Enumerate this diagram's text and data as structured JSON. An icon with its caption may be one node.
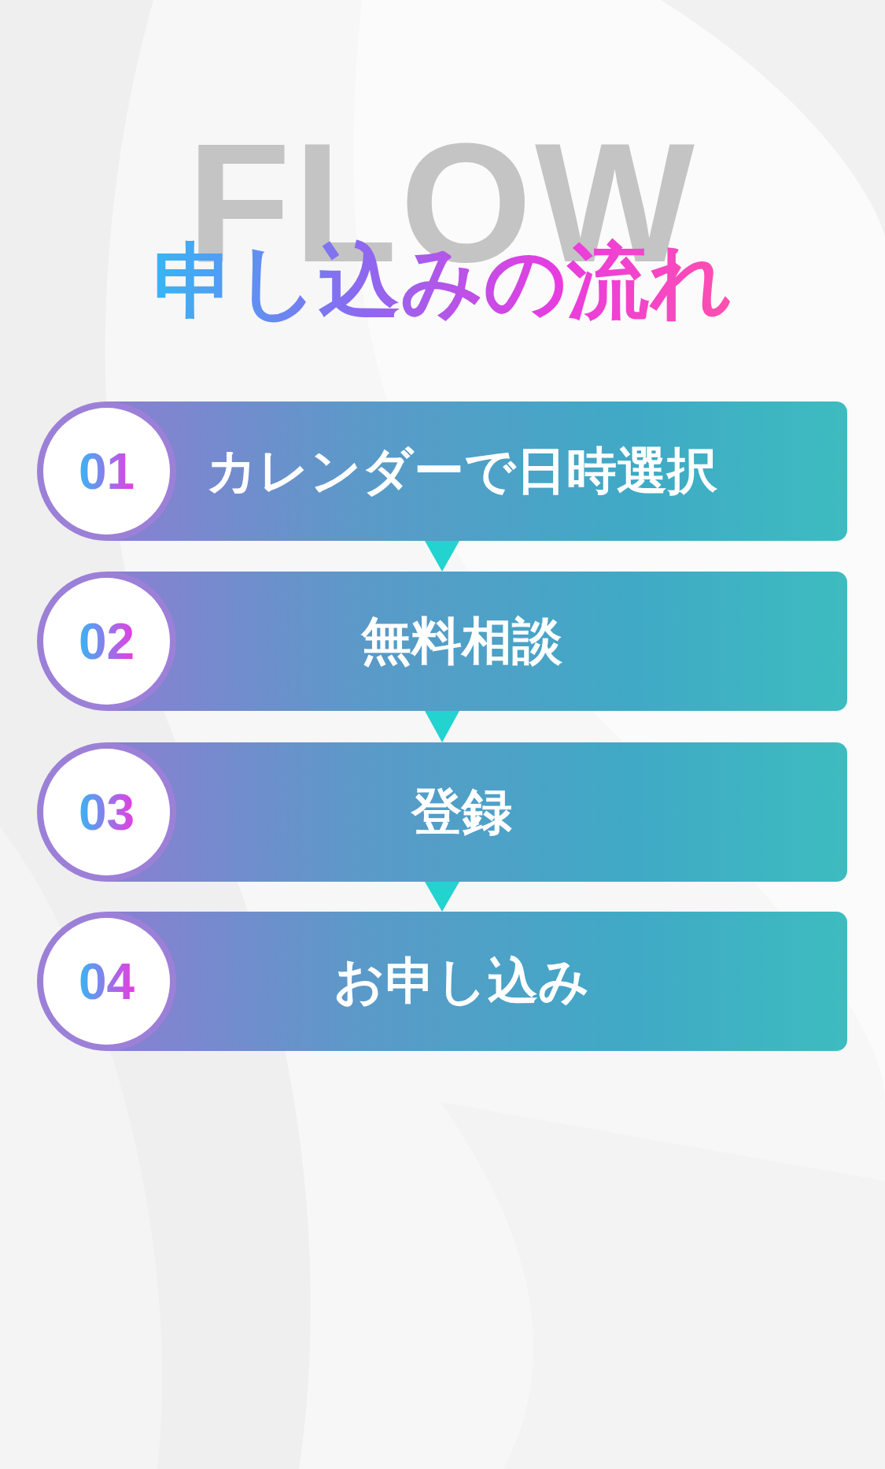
{
  "diagram": {
    "title": "申し込みの流れ",
    "nodes": [
      {
        "text": [
          "01",
          "カレンダーで日時選択"
        ]
      },
      {
        "text": [
          "02",
          "無料相談"
        ]
      },
      {
        "text": [
          "03",
          "登録"
        ]
      },
      {
        "text": [
          "04",
          "お申し込み"
        ]
      }
    ],
    "edges": [
      {
        "from": 0,
        "to": 1,
        "arrow": "to"
      },
      {
        "from": 1,
        "to": 2,
        "arrow": "to"
      },
      {
        "from": 2,
        "to": 3,
        "arrow": "to"
      }
    ],
    "labels": [
      "FLOW"
    ]
  }
}
